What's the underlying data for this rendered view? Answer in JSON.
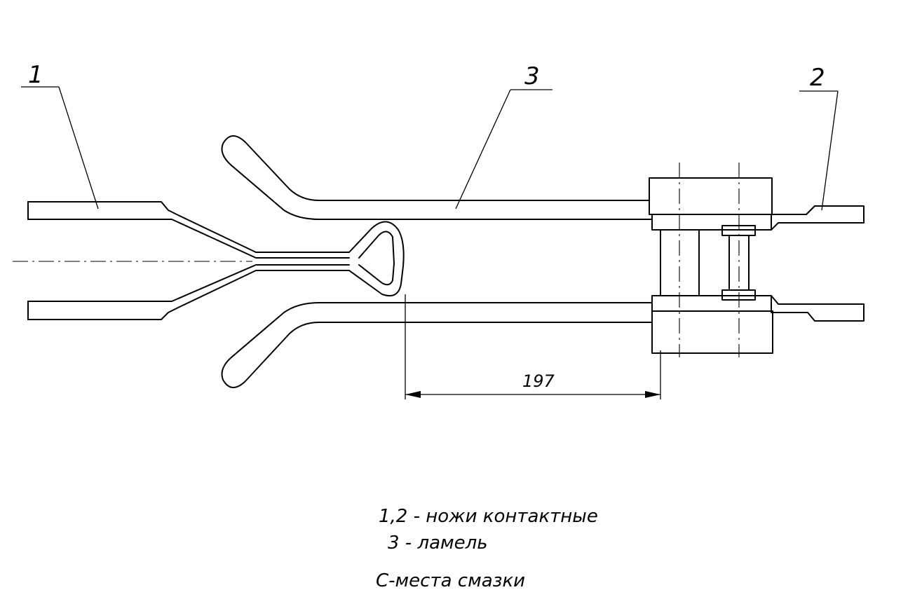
{
  "callouts": {
    "item1": "1",
    "item2": "2",
    "item3": "3"
  },
  "dimension": {
    "value": "197"
  },
  "notes": {
    "line1": "1,2 - ножи контактные",
    "line2": "3 - ламель",
    "line3": "С-места смазки"
  }
}
